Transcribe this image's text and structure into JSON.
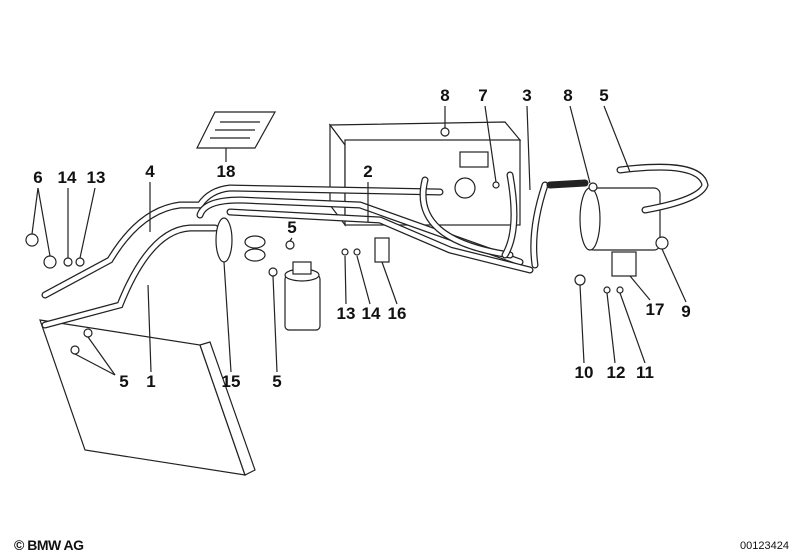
{
  "diagram": {
    "callouts": [
      {
        "id": "c6",
        "label": "6"
      },
      {
        "id": "c14a",
        "label": "14"
      },
      {
        "id": "c13a",
        "label": "13"
      },
      {
        "id": "c4",
        "label": "4"
      },
      {
        "id": "c18",
        "label": "18"
      },
      {
        "id": "c2",
        "label": "2"
      },
      {
        "id": "c8a",
        "label": "8"
      },
      {
        "id": "c7",
        "label": "7"
      },
      {
        "id": "c3",
        "label": "3"
      },
      {
        "id": "c8b",
        "label": "8"
      },
      {
        "id": "c5a",
        "label": "5"
      },
      {
        "id": "c5b",
        "label": "5"
      },
      {
        "id": "c13b",
        "label": "13"
      },
      {
        "id": "c14b",
        "label": "14"
      },
      {
        "id": "c16",
        "label": "16"
      },
      {
        "id": "c17",
        "label": "17"
      },
      {
        "id": "c9",
        "label": "9"
      },
      {
        "id": "c10",
        "label": "10"
      },
      {
        "id": "c12",
        "label": "12"
      },
      {
        "id": "c11",
        "label": "11"
      },
      {
        "id": "c5c",
        "label": "5"
      },
      {
        "id": "c1",
        "label": "1"
      },
      {
        "id": "c15",
        "label": "15"
      },
      {
        "id": "c5d",
        "label": "5"
      }
    ]
  },
  "footer": {
    "copyright": "© BMW AG",
    "diagram_number": "00123424"
  }
}
